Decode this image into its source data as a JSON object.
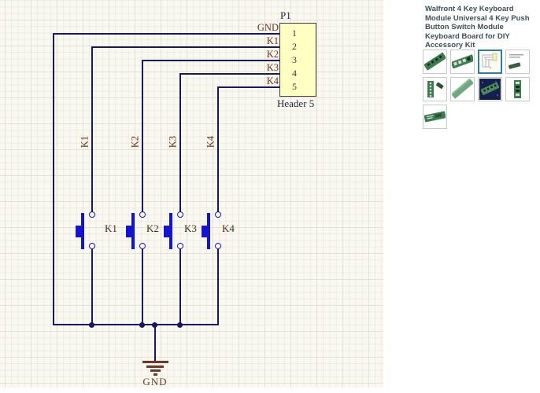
{
  "product": {
    "title": "Walfront 4 Key Keyboard Module Universal 4 Key Push Button Switch Module Keyboard Board for DIY Accessory Kit",
    "accent_color": "#2d7f9f",
    "selected_thumbnail_index": 2,
    "thumbnails": [
      {
        "name": "pcb-board-angled-photo"
      },
      {
        "name": "pcb-board-angled-back-photo"
      },
      {
        "name": "circuit-schematic-drawing"
      },
      {
        "name": "dimensions-info-sheet"
      },
      {
        "name": "pcb-with-header-pin-photo"
      },
      {
        "name": "pcb-blank-angled-photo"
      },
      {
        "name": "pcb-on-dark-background-photo"
      },
      {
        "name": "pcb-front-vertical-photo"
      },
      {
        "name": "pcb-tilted-photo"
      }
    ]
  },
  "schematic": {
    "connector": {
      "designator": "P1",
      "comment": "Header 5",
      "pins": [
        "1",
        "2",
        "3",
        "4",
        "5"
      ],
      "pin_nets": [
        "GND",
        "K1",
        "K2",
        "K3",
        "K4"
      ]
    },
    "switches": [
      {
        "label": "K1"
      },
      {
        "label": "K2"
      },
      {
        "label": "K3"
      },
      {
        "label": "K4"
      }
    ],
    "wire_labels": [
      "K1",
      "K2",
      "K3",
      "K4"
    ],
    "ground": {
      "label": "GND"
    },
    "colors": {
      "wire": "#18185e",
      "switch_body": "#1414cc",
      "net_label": "#6f2f1f",
      "connector_fill": "#ffffc4",
      "ground_symbol": "#6b3a28"
    }
  }
}
